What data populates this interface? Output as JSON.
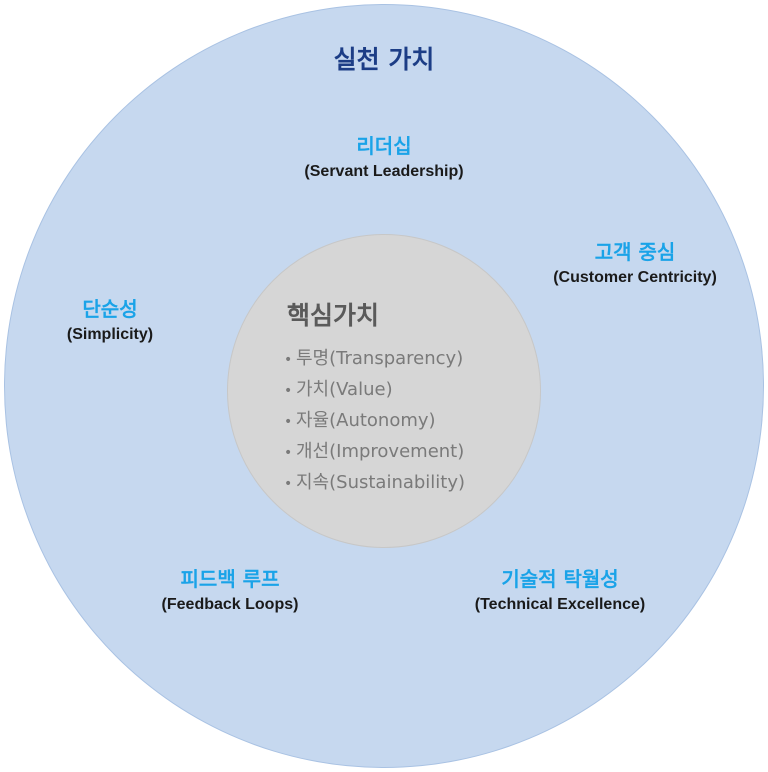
{
  "diagram": {
    "title": "실천 가치",
    "practice_values": [
      {
        "id": "leadership",
        "name": "리더십",
        "english": "(Servant Leadership)"
      },
      {
        "id": "customer",
        "name": "고객 중심",
        "english": "(Customer Centricity)"
      },
      {
        "id": "simplicity",
        "name": "단순성",
        "english": "(Simplicity)"
      },
      {
        "id": "feedback",
        "name": "피드백 루프",
        "english": "(Feedback Loops)"
      },
      {
        "id": "technical",
        "name": "기술적 탁월성",
        "english": "(Technical Excellence)"
      }
    ],
    "core": {
      "title": "핵심가치",
      "bullet": "•",
      "items": [
        "투명(Transparency)",
        "가치(Value)",
        "자율(Autonomy)",
        "개선(Improvement)",
        "지속(Sustainability)"
      ]
    },
    "colors": {
      "outer_circle": "#c6d8ef",
      "inner_circle": "#d6d6d6",
      "title": "#1c3d86",
      "value_name": "#1aa3e8",
      "value_english": "#1a1a1a",
      "core_title": "#5a5a5a",
      "core_item": "#7a7a7a"
    }
  }
}
